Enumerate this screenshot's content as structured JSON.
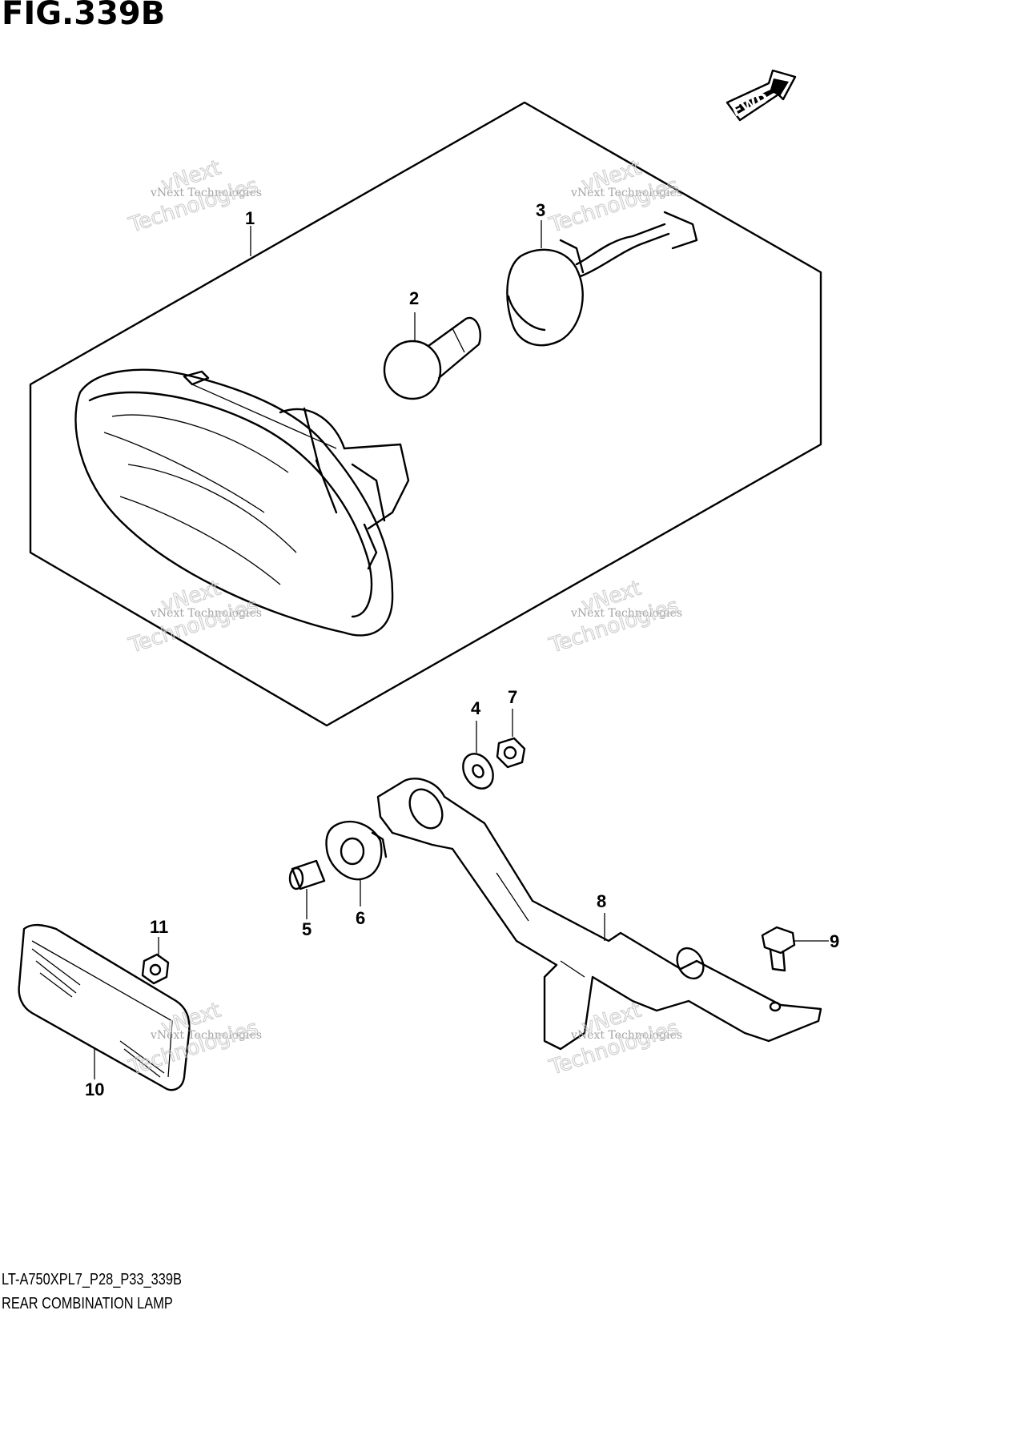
{
  "figure_title": "FIG.339B",
  "direction_label": "FWD",
  "parts": [
    {
      "number": "1"
    },
    {
      "number": "2"
    },
    {
      "number": "3"
    },
    {
      "number": "4"
    },
    {
      "number": "5"
    },
    {
      "number": "6"
    },
    {
      "number": "7"
    },
    {
      "number": "8"
    },
    {
      "number": "9"
    },
    {
      "number": "10"
    },
    {
      "number": "11"
    }
  ],
  "watermark": {
    "company": "vNext Technologies",
    "line1": "vNext",
    "line2": "Technologies"
  },
  "footer": {
    "model_code": "LT-A750XPL7_P28_P33_339B",
    "caption": "REAR COMBINATION LAMP"
  }
}
